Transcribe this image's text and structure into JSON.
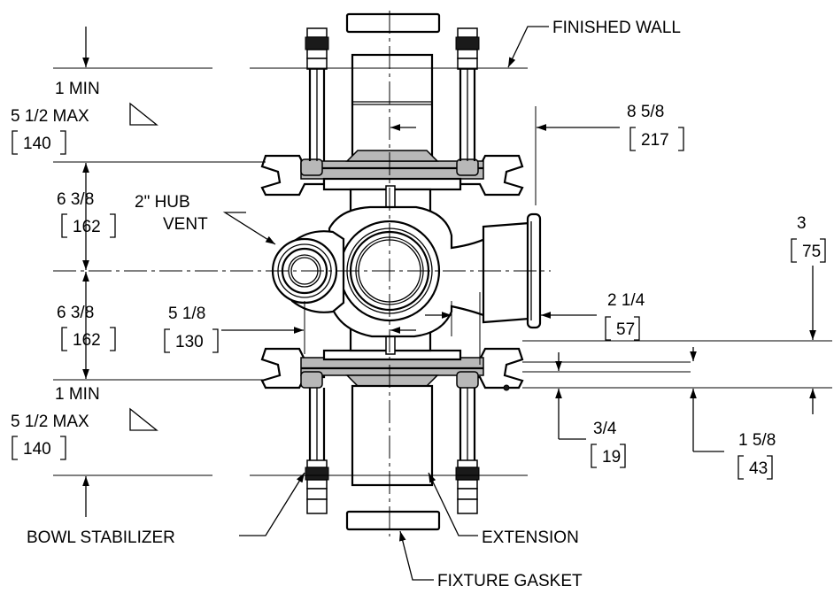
{
  "labels": {
    "finished_wall": "FINISHED WALL",
    "hub_vent_line1": "2\" HUB",
    "hub_vent_line2": "VENT",
    "bowl_stabilizer": "BOWL STABILIZER",
    "extension": "EXTENSION",
    "fixture_gasket": "FIXTURE GASKET"
  },
  "dimensions": {
    "top_wall_gap": {
      "line1": "1 MIN",
      "line2": "5 1/2 MAX",
      "metric": "140"
    },
    "upper_rise": {
      "imperial": "6 3/8",
      "metric": "162"
    },
    "lower_rise": {
      "imperial": "6 3/8",
      "metric": "162"
    },
    "bottom_wall_gap": {
      "line1": "1 MIN",
      "line2": "5 1/2 MAX",
      "metric": "140"
    },
    "width_to_outlet": {
      "imperial": "8 5/8",
      "metric": "217"
    },
    "outlet_offset": {
      "imperial": "2 1/4",
      "metric": "57"
    },
    "vent_offset": {
      "imperial": "5 1/8",
      "metric": "130"
    },
    "right_rise": {
      "imperial": "3",
      "metric": "75"
    },
    "flange_thickness": {
      "imperial": "3/4",
      "metric": "19"
    },
    "flange_to_floor": {
      "imperial": "1 5/8",
      "metric": "43"
    }
  }
}
